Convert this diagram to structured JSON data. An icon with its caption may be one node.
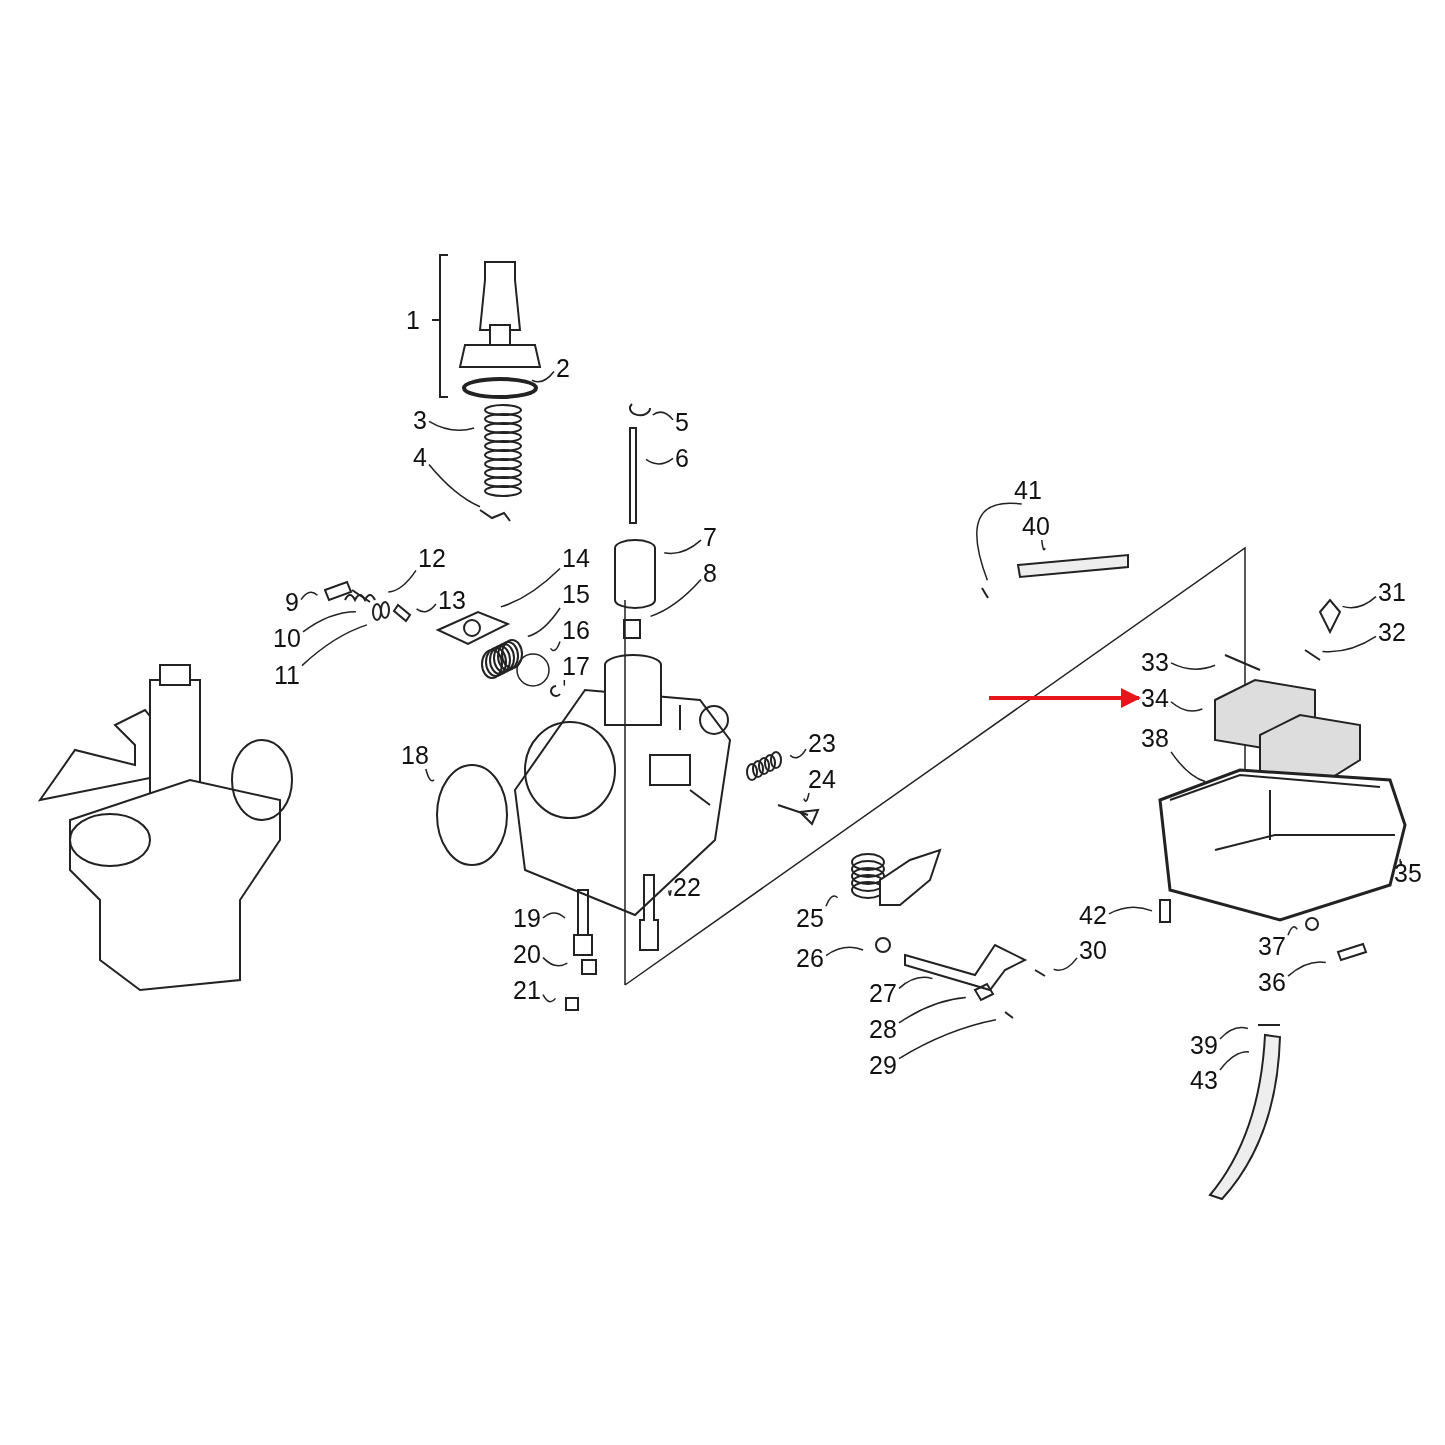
{
  "diagram": {
    "nodes": [
      {
        "text": [
          "1"
        ]
      },
      {
        "text": [
          "2"
        ]
      },
      {
        "text": [
          "3"
        ]
      },
      {
        "text": [
          "4"
        ]
      },
      {
        "text": [
          "5"
        ]
      },
      {
        "text": [
          "6"
        ]
      },
      {
        "text": [
          "7"
        ]
      },
      {
        "text": [
          "8"
        ]
      },
      {
        "text": [
          "9"
        ]
      },
      {
        "text": [
          "10"
        ]
      },
      {
        "text": [
          "11"
        ]
      },
      {
        "text": [
          "12"
        ]
      },
      {
        "text": [
          "13"
        ]
      },
      {
        "text": [
          "14"
        ]
      },
      {
        "text": [
          "15"
        ]
      },
      {
        "text": [
          "16"
        ]
      },
      {
        "text": [
          "17"
        ]
      },
      {
        "text": [
          "18"
        ]
      },
      {
        "text": [
          "19"
        ]
      },
      {
        "text": [
          "20"
        ]
      },
      {
        "text": [
          "21"
        ]
      },
      {
        "text": [
          "22"
        ]
      },
      {
        "text": [
          "23"
        ]
      },
      {
        "text": [
          "24"
        ]
      },
      {
        "text": [
          "25"
        ]
      },
      {
        "text": [
          "26"
        ]
      },
      {
        "text": [
          "27"
        ]
      },
      {
        "text": [
          "28"
        ]
      },
      {
        "text": [
          "29"
        ]
      },
      {
        "text": [
          "30"
        ]
      },
      {
        "text": [
          "31"
        ]
      },
      {
        "text": [
          "32"
        ]
      },
      {
        "text": [
          "33"
        ]
      },
      {
        "text": [
          "34"
        ]
      },
      {
        "text": [
          "35"
        ]
      },
      {
        "text": [
          "36"
        ]
      },
      {
        "text": [
          "37"
        ]
      },
      {
        "text": [
          "38"
        ]
      },
      {
        "text": [
          "39"
        ]
      },
      {
        "text": [
          "40"
        ]
      },
      {
        "text": [
          "41"
        ]
      },
      {
        "text": [
          "42"
        ]
      },
      {
        "text": [
          "43"
        ]
      }
    ],
    "edges": [
      {
        "from": 1,
        "to": null,
        "arrow": "none"
      },
      {
        "from": 2,
        "to": null,
        "arrow": "none"
      },
      {
        "from": 3,
        "to": null,
        "arrow": "none"
      },
      {
        "from": 4,
        "to": null,
        "arrow": "none"
      },
      {
        "from": 5,
        "to": null,
        "arrow": "none"
      },
      {
        "from": 6,
        "to": null,
        "arrow": "none"
      },
      {
        "from": 7,
        "to": null,
        "arrow": "none"
      },
      {
        "from": 8,
        "to": null,
        "arrow": "none"
      },
      {
        "from": 9,
        "to": null,
        "arrow": "none"
      },
      {
        "from": 10,
        "to": null,
        "arrow": "none"
      },
      {
        "from": 11,
        "to": null,
        "arrow": "none"
      },
      {
        "from": 12,
        "to": null,
        "arrow": "none"
      },
      {
        "from": 13,
        "to": null,
        "arrow": "none"
      },
      {
        "from": 14,
        "to": null,
        "arrow": "none"
      },
      {
        "from": 15,
        "to": null,
        "arrow": "none"
      },
      {
        "from": 16,
        "to": null,
        "arrow": "none"
      },
      {
        "from": 17,
        "to": null,
        "arrow": "none"
      },
      {
        "from": 18,
        "to": null,
        "arrow": "none"
      },
      {
        "from": 19,
        "to": null,
        "arrow": "none"
      },
      {
        "from": 20,
        "to": null,
        "arrow": "none"
      },
      {
        "from": 21,
        "to": null,
        "arrow": "none"
      },
      {
        "from": 22,
        "to": null,
        "arrow": "none"
      },
      {
        "from": 23,
        "to": null,
        "arrow": "none"
      },
      {
        "from": 24,
        "to": null,
        "arrow": "none"
      },
      {
        "from": 25,
        "to": null,
        "arrow": "none"
      },
      {
        "from": 26,
        "to": null,
        "arrow": "none"
      },
      {
        "from": 27,
        "to": null,
        "arrow": "none"
      },
      {
        "from": 28,
        "to": null,
        "arrow": "none"
      },
      {
        "from": 29,
        "to": null,
        "arrow": "none"
      },
      {
        "from": 30,
        "to": null,
        "arrow": "none"
      },
      {
        "from": 31,
        "to": null,
        "arrow": "none"
      },
      {
        "from": 32,
        "to": null,
        "arrow": "none"
      },
      {
        "from": 33,
        "to": null,
        "arrow": "none"
      },
      {
        "from": 34,
        "to": null,
        "arrow": "none"
      },
      {
        "from": 35,
        "to": null,
        "arrow": "none"
      },
      {
        "from": 36,
        "to": null,
        "arrow": "none"
      },
      {
        "from": 37,
        "to": null,
        "arrow": "none"
      },
      {
        "from": 38,
        "to": null,
        "arrow": "none"
      },
      {
        "from": 39,
        "to": null,
        "arrow": "none"
      },
      {
        "from": 40,
        "to": null,
        "arrow": "none"
      },
      {
        "from": 41,
        "to": null,
        "arrow": "none"
      },
      {
        "from": 42,
        "to": null,
        "arrow": "none"
      },
      {
        "from": null,
        "to": 33,
        "arrow": "to",
        "style": "thick",
        "color": "#e8141b"
      }
    ]
  }
}
